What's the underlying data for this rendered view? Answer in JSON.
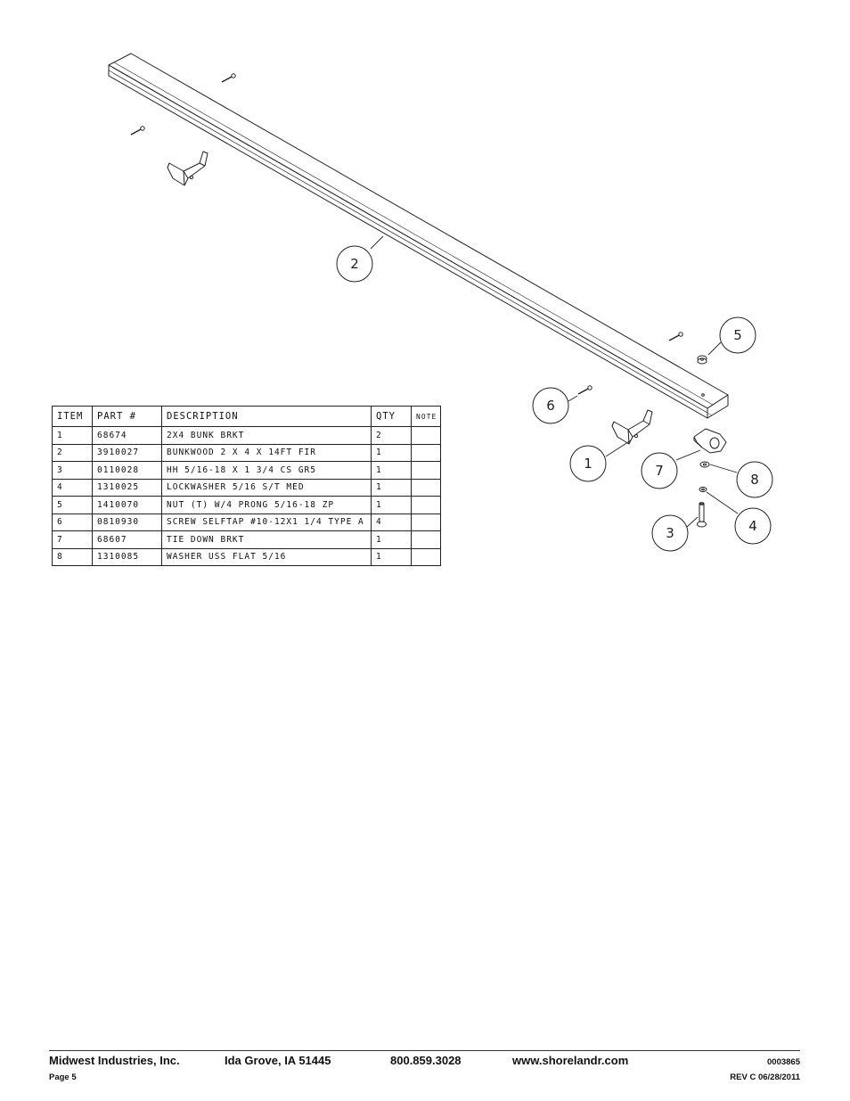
{
  "callouts": {
    "c1": "1",
    "c2": "2",
    "c3": "3",
    "c4": "4",
    "c5": "5",
    "c6": "6",
    "c7": "7",
    "c8": "8"
  },
  "bom": {
    "headers": {
      "item": "ITEM",
      "part": "PART #",
      "description": "DESCRIPTION",
      "qty": "QTY",
      "note": "NOTE"
    },
    "rows": [
      {
        "item": "1",
        "part": "68674",
        "description": "2X4 BUNK BRKT",
        "qty": "2",
        "note": ""
      },
      {
        "item": "2",
        "part": "3910027",
        "description": "BUNKWOOD   2 X 4 X 14FT FIR",
        "qty": "1",
        "note": ""
      },
      {
        "item": "3",
        "part": "0110028",
        "description": "HH 5/16-18 X 1 3/4 CS GR5",
        "qty": "1",
        "note": ""
      },
      {
        "item": "4",
        "part": "1310025",
        "description": "LOCKWASHER 5/16 S/T MED",
        "qty": "1",
        "note": ""
      },
      {
        "item": "5",
        "part": "1410070",
        "description": "NUT (T) W/4 PRONG 5/16-18 ZP",
        "qty": "1",
        "note": ""
      },
      {
        "item": "6",
        "part": "0810930",
        "description": "SCREW SELFTAP #10-12X1 1/4 TYPE A",
        "qty": "4",
        "note": ""
      },
      {
        "item": "7",
        "part": "68607",
        "description": "TIE DOWN BRKT",
        "qty": "1",
        "note": ""
      },
      {
        "item": "8",
        "part": "1310085",
        "description": "WASHER USS FLAT 5/16",
        "qty": "1",
        "note": ""
      }
    ]
  },
  "footer": {
    "company": "Midwest Industries, Inc.",
    "location": "Ida Grove, IA  51445",
    "phone": "800.859.3028",
    "website": "www.shorelandr.com",
    "doc_number": "0003865",
    "page": "Page 5",
    "revision": "REV C  06/28/2011"
  }
}
